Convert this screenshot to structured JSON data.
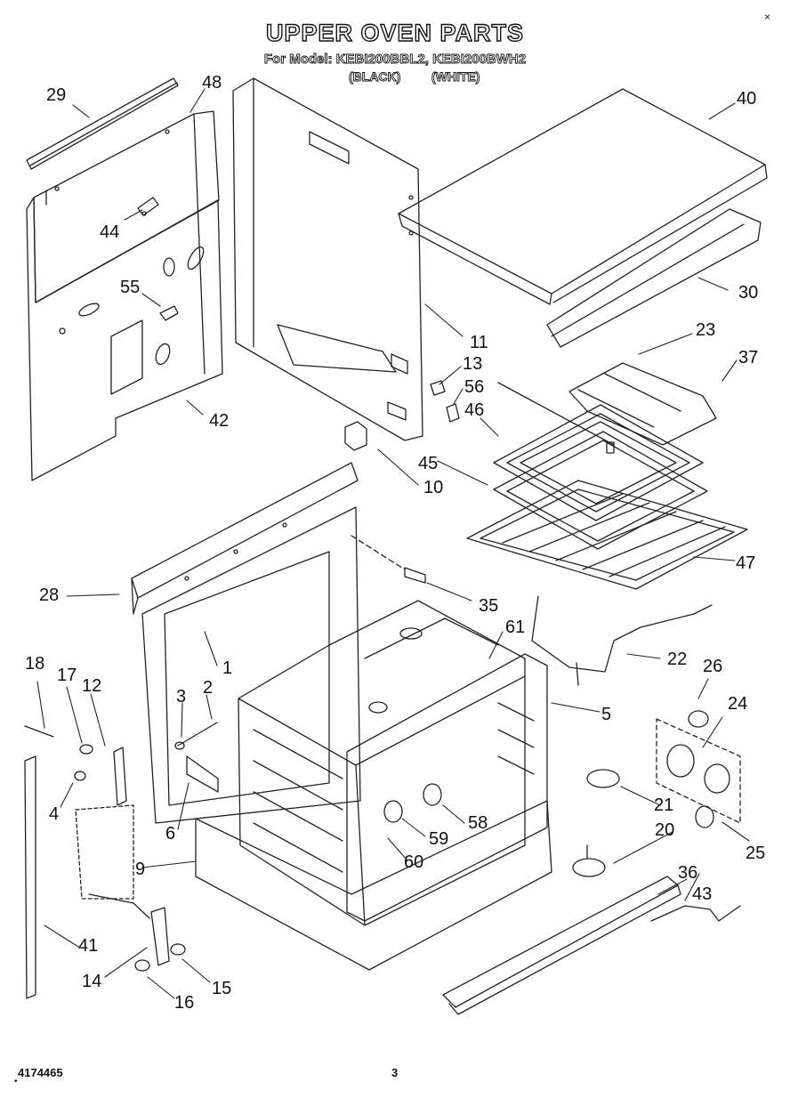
{
  "header": {
    "title": "UPPER OVEN PARTS",
    "subtitle": "For Model: KEBI200BBL2, KEBI200BWH2",
    "black_label": "(BLACK)",
    "white_label": "(WHITE)"
  },
  "footer": {
    "doc_number": "4174465",
    "page_number": "3"
  },
  "callouts": {
    "c29": "29",
    "c48": "48",
    "c40": "40",
    "c44": "44",
    "c55": "55",
    "c42": "42",
    "c11": "11",
    "c13": "13",
    "c56": "56",
    "c46": "46",
    "c30": "30",
    "c23": "23",
    "c37": "37",
    "c45": "45",
    "c10": "10",
    "c47": "47",
    "c28": "28",
    "c35": "35",
    "c61": "61",
    "c22": "22",
    "c18": "18",
    "c17": "17",
    "c12": "12",
    "c1": "1",
    "c3": "3",
    "c2": "2",
    "c26": "26",
    "c24": "24",
    "c5": "5",
    "c4": "4",
    "c6": "6",
    "c21": "21",
    "c58": "58",
    "c59": "59",
    "c20": "20",
    "c25": "25",
    "c60": "60",
    "c9": "9",
    "c36": "36",
    "c43": "43",
    "c41": "41",
    "c14": "14",
    "c15": "15",
    "c16": "16"
  }
}
